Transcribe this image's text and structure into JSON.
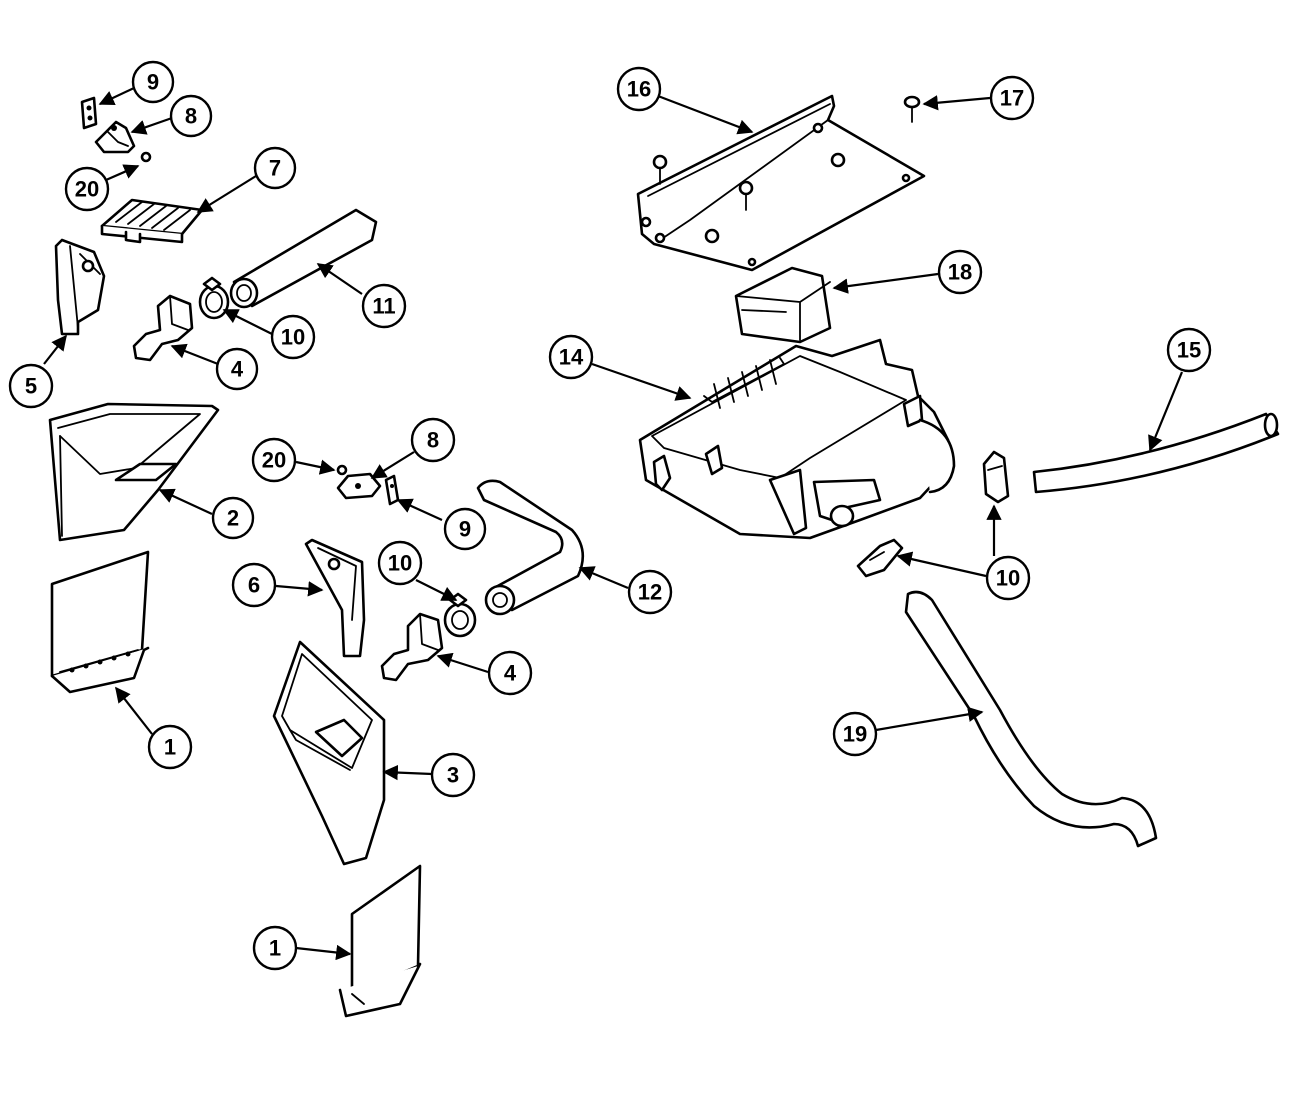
{
  "diagram": {
    "callouts": [
      {
        "id": "c9a",
        "label": "9"
      },
      {
        "id": "c8a",
        "label": "8"
      },
      {
        "id": "c20a",
        "label": "20"
      },
      {
        "id": "c7",
        "label": "7"
      },
      {
        "id": "c11",
        "label": "11"
      },
      {
        "id": "c10a",
        "label": "10"
      },
      {
        "id": "c5",
        "label": "5"
      },
      {
        "id": "c4a",
        "label": "4"
      },
      {
        "id": "c2",
        "label": "2"
      },
      {
        "id": "c20b",
        "label": "20"
      },
      {
        "id": "c8b",
        "label": "8"
      },
      {
        "id": "c9b",
        "label": "9"
      },
      {
        "id": "c6",
        "label": "6"
      },
      {
        "id": "c10b",
        "label": "10"
      },
      {
        "id": "c12",
        "label": "12"
      },
      {
        "id": "c4b",
        "label": "4"
      },
      {
        "id": "c1a",
        "label": "1"
      },
      {
        "id": "c3",
        "label": "3"
      },
      {
        "id": "c1b",
        "label": "1"
      },
      {
        "id": "c16",
        "label": "16"
      },
      {
        "id": "c17",
        "label": "17"
      },
      {
        "id": "c18",
        "label": "18"
      },
      {
        "id": "c14",
        "label": "14"
      },
      {
        "id": "c15",
        "label": "15"
      },
      {
        "id": "c10c",
        "label": "10"
      },
      {
        "id": "c19",
        "label": "19"
      }
    ]
  }
}
